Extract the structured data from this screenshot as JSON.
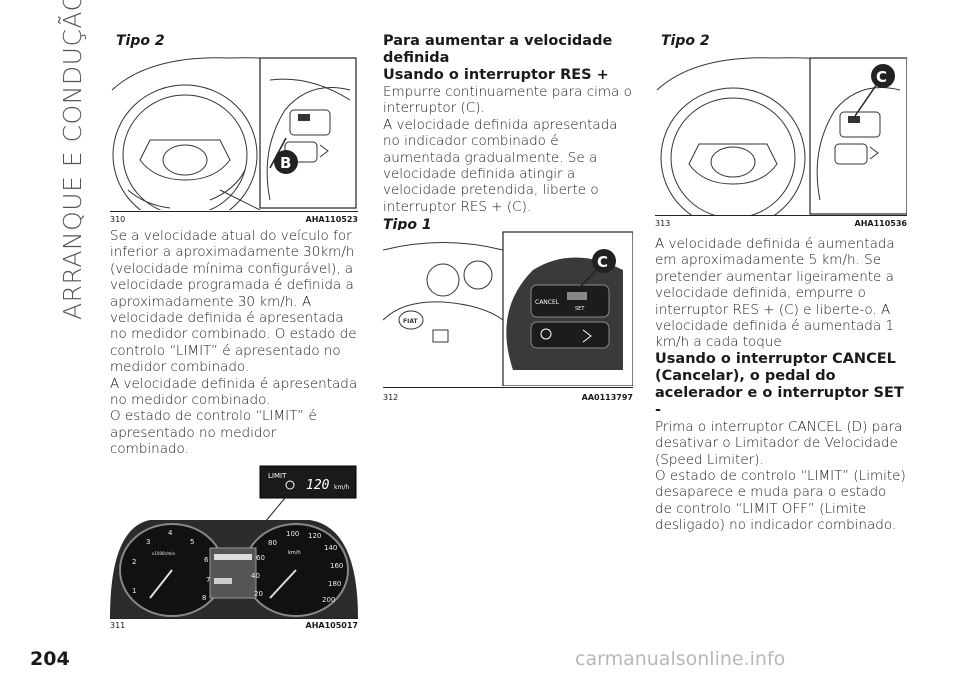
{
  "side_title": "ARRANQUE E CONDUÇÃO",
  "page_number": "204",
  "watermark": "carmanualsonline.info",
  "col1": {
    "heading": "Tipo 2",
    "fig310": {
      "num": "310",
      "code": "AHA110523",
      "callout": "B"
    },
    "paragraphs": [
      "Se a velocidade atual do veículo for inferior a aproximadamente 30km/h (velocidade mínima configurável), a velocidade programada é definida a aproximadamente 30 km/h. A velocidade definida é apresentada no medidor combinado. O estado de controlo “LIMIT” é apresentado no medidor combinado.",
      "A velocidade definida é apresentada no medidor combinado.",
      "O estado de controlo “LIMIT” é apresentado no medidor combinado."
    ],
    "fig311": {
      "num": "311",
      "code": "AHA105017",
      "display_label": "LIMIT",
      "display_value": "120",
      "display_unit": "km/h",
      "rpm_ticks": [
        "1",
        "2",
        "3",
        "4",
        "5",
        "6",
        "7",
        "8"
      ],
      "rpm_unit": "x1000r/min",
      "speed_ticks": [
        "20",
        "40",
        "60",
        "80",
        "100",
        "120",
        "140",
        "160",
        "180",
        "200"
      ],
      "speed_unit": "km/h"
    }
  },
  "col2": {
    "heading1": "Para aumentar a velocidade definida",
    "heading2": "Usando o interruptor RES +",
    "paragraphs": [
      "Empurre continuamente para cima o interruptor (C).",
      "A velocidade definida apresentada no indicador combinado é aumentada gradualmente. Se a velocidade definida atingir a velocidade pretendida, liberte o interruptor RES + (C)."
    ],
    "heading3": "Tipo 1",
    "fig312": {
      "num": "312",
      "code": "AA0113797",
      "callout": "C",
      "cancel_label": "CANCEL",
      "set_label": "SET",
      "logo": "FIAT"
    }
  },
  "col3": {
    "heading": "Tipo 2",
    "fig313": {
      "num": "313",
      "code": "AHA110536",
      "callout": "C"
    },
    "paragraphs": [
      "A velocidade definida é aumentada em aproximadamente 5 km/h. Se pretender aumentar ligeiramente a velocidade definida, empurre o interruptor RES + (C) e liberte-o. A velocidade definida é aumentada 1 km/h a cada toque"
    ],
    "heading2": "Usando o interruptor CANCEL (Cancelar), o pedal do acelerador e o interruptor SET -",
    "paragraphs2": [
      "Prima o interruptor CANCEL (D) para desativar o Limitador de Velocidade (Speed Limiter).",
      "O estado de controlo “LIMIT” (Limite) desaparece e muda para o estado de controlo “LIMIT OFF” (Limite desligado) no indicador combinado."
    ]
  }
}
